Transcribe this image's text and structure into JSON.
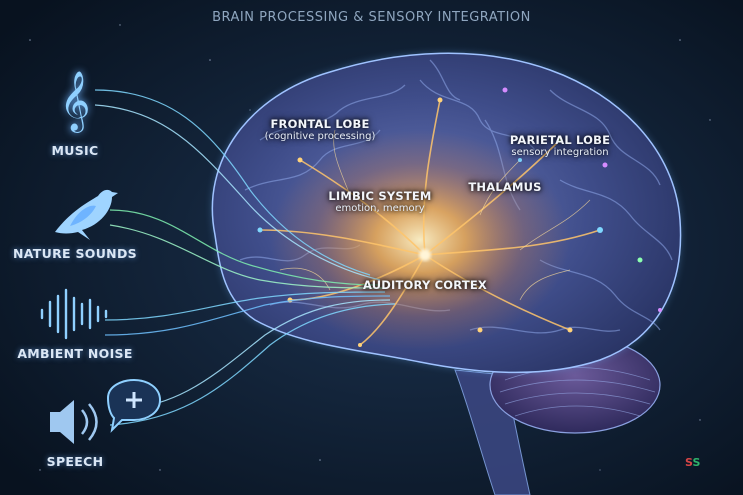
{
  "title": "BRAIN PROCESSING & SENSORY INTEGRATION",
  "inputs": [
    {
      "label": "MUSIC",
      "icon": "treble-clef-icon"
    },
    {
      "label": "NATURE SOUNDS",
      "icon": "bird-icon"
    },
    {
      "label": "AMBIENT NOISE",
      "icon": "sound-wave-icon"
    },
    {
      "label": "SPEECH",
      "icon": "speaker-speech-bubble-icon"
    }
  ],
  "regions": {
    "frontal": {
      "name": "FRONTAL LOBE",
      "sub": "(cognitive processing)"
    },
    "parietal": {
      "name": "PARIETAL LOBE",
      "sub": "sensory integration"
    },
    "limbic": {
      "name": "LIMBIC SYSTEM",
      "sub": "emotion, memory"
    },
    "thalamus": {
      "name": "THALAMUS"
    },
    "auditory": {
      "name": "AUDITORY CORTEX"
    }
  },
  "watermark": {
    "part1": "S",
    "part2": "S"
  },
  "colors": {
    "background": "#0b1828",
    "brain": "#4a5a9a",
    "glow_core": "#ffb347",
    "signal": "#7fd8ff",
    "signal_green": "#7ff0b0"
  }
}
